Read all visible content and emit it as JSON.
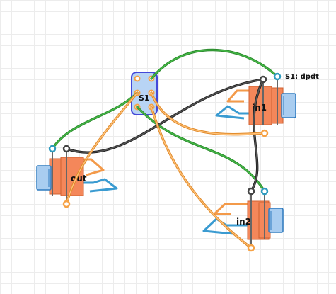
{
  "canvas": {
    "grid_color": "#ececec",
    "background": "#ffffff"
  },
  "components": {
    "switch": {
      "ref": "S1",
      "type": "dpdt",
      "label": "S1: dpdt",
      "body_text": "S1",
      "fill": "#b8d4f5",
      "stroke": "#4448d8"
    },
    "jacks": [
      {
        "id": "out",
        "label": "out"
      },
      {
        "id": "in1",
        "label": "in1"
      },
      {
        "id": "in2",
        "label": "in2"
      }
    ],
    "jack_colors": {
      "sleeve": "#f4875a",
      "sleeve_edge": "#d06030",
      "barrel": "#a9cdf0",
      "barrel_edge": "#2f7bbf",
      "tip_lead": "#f39a4a",
      "ring_lead": "#3a9bd1"
    }
  },
  "wires": {
    "colors": {
      "green": "#33a336",
      "orange": "#f6a245",
      "black": "#3b3b3b"
    },
    "count": 8
  }
}
